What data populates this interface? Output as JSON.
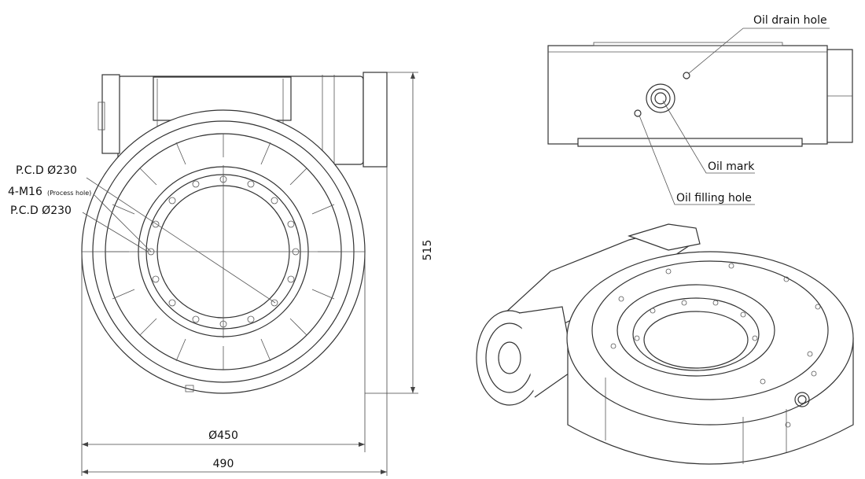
{
  "front_view": {
    "labels": {
      "pcd_top": "P.C.D Ø230",
      "m16_main": "4-M16",
      "m16_note": "(Process hole)",
      "pcd_bottom": "P.C.D Ø230"
    },
    "dimensions": {
      "height": "515",
      "inner_width": "Ø450",
      "outer_width": "490"
    }
  },
  "side_view": {
    "callouts": {
      "oil_drain_hole": "Oil drain hole",
      "oil_mark": "Oil mark",
      "oil_filling_hole": "Oil filling hole"
    }
  },
  "colors": {
    "line": "#333333",
    "background": "#ffffff"
  }
}
